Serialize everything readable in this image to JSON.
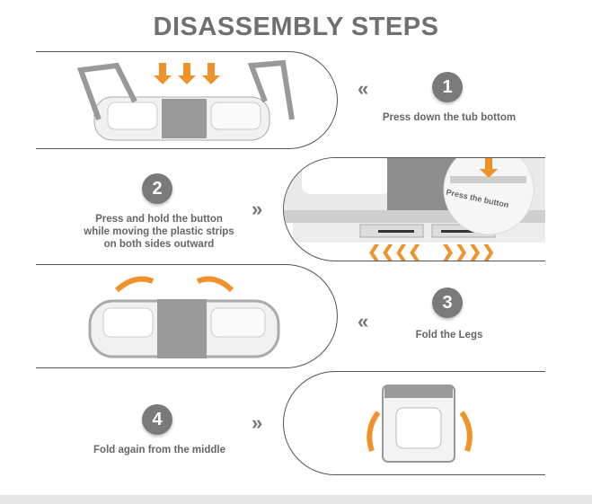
{
  "title": "DISASSEMBLY STEPS",
  "steps": [
    {
      "number": "1",
      "text": "Press down the tub bottom",
      "arrow": "«"
    },
    {
      "number": "2",
      "text": "Press and hold the button while moving the plastic strips on both sides outward",
      "arrow": "»",
      "inset_label": "Press the button"
    },
    {
      "number": "3",
      "text": "Fold the Legs",
      "arrow": "«"
    },
    {
      "number": "4",
      "text": "Fold again from the middle",
      "arrow": "»"
    }
  ],
  "colors": {
    "accent": "#f0922a",
    "gray": "#7a7a7a"
  }
}
